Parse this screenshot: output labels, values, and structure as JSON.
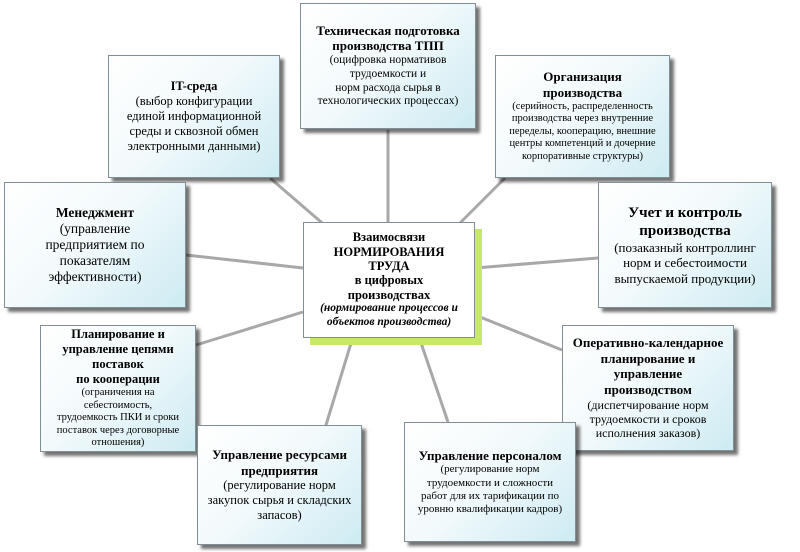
{
  "center": {
    "title": "Взаимосвязи\nНОРМИРОВАНИЯ\nТРУДА\nв цифровых\nпроизводствах",
    "note": "(нормирование процессов и\nобъектов производства)"
  },
  "nodes": {
    "tpp": {
      "title": "Техническая подготовка\nпроизводства ТПП",
      "desc": "(оцифровка нормативов\nтрудоемкости и\nнорм расхода сырья в\nтехнологических процессах)"
    },
    "it": {
      "title": "IT-среда",
      "desc": "(выбор конфигурации\nединой информационной\nсреды и сквозной обмен\nэлектронными данными)"
    },
    "org": {
      "title": "Организация\nпроизводства",
      "desc": "(серийность, распределенность\nпроизводства через внутренние\nпеределы, кооперацию, внешние\nцентры компетенций и дочерние\nкорпоративные структуры)"
    },
    "mgmt": {
      "title": "Менеджмент",
      "desc": "(управление\nпредприятием по\nпоказателям\nэффективности)"
    },
    "control": {
      "title": "Учет и контроль\nпроизводства",
      "desc": "(позаказный контроллинг\nнорм и себестоимости\nвыпускаемой продукции)"
    },
    "supply": {
      "title": "Планирование и\nуправление цепями\nпоставок\nпо кооперации",
      "desc": "(ограничения на себестоимость,\nтрудоемкость ПКИ и сроки\nпоставок через договорные\nотношения)"
    },
    "oper": {
      "title": "Оперативно-календарное\nпланирование и\nуправление\nпроизводством",
      "desc": "(диспетчирование норм\nтрудоемкости и сроков\nисполнения заказов)"
    },
    "res": {
      "title": "Управление ресурсами\nпредприятия",
      "desc": "(регулирование норм\nзакупок сырья и складских\nзапасов)"
    },
    "hr": {
      "title": "Управление персоналом",
      "desc": "(регулирование норм\nтрудоемкости и сложности\nработ для их тарификации по\nуровню квалификации кадров)"
    }
  }
}
